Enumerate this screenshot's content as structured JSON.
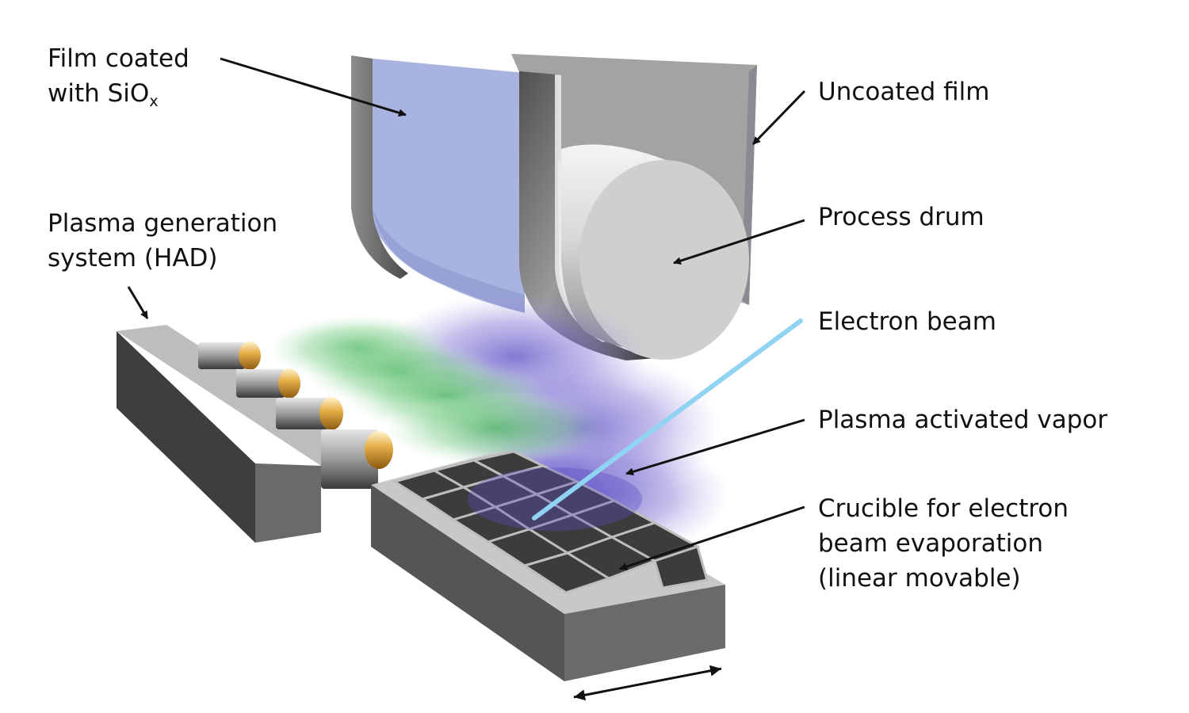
{
  "labels": {
    "film_coated": {
      "line1": "Film coated",
      "line2_prefix": "with SiO",
      "line2_sub": "x"
    },
    "uncoated_film": "Uncoated film",
    "plasma_generation": {
      "line1": "Plasma generation",
      "line2": "system (HAD)"
    },
    "process_drum": "Process drum",
    "electron_beam": "Electron beam",
    "plasma_vapor": "Plasma activated vapor",
    "crucible": {
      "line1": "Crucible for electron",
      "line2": "beam evaporation",
      "line3": "(linear movable)"
    }
  },
  "colors": {
    "coated_film": "#a9b3e0",
    "uncoated_film": "#a3a3a3",
    "drum_face": "#cfcfcd",
    "housing": "#5c5c5c",
    "nozzle_tip": "#e0a840",
    "plasma_green": "#5cc06a",
    "vapor_purple": "#6a5cc8",
    "electron_beam": "#8fd0f0",
    "crucible_tile": "#3c3c3c"
  },
  "icons": [
    "arrow-icon",
    "double-arrow-icon"
  ]
}
